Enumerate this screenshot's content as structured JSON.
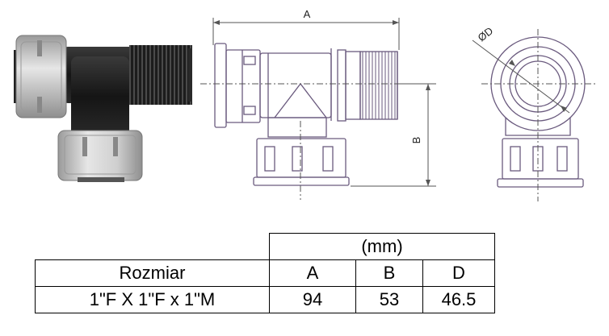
{
  "drawing": {
    "dimension_a": "A",
    "dimension_b": "B",
    "dimension_d": "ØD"
  },
  "table": {
    "unit_header": "(mm)",
    "columns": [
      "Rozmiar",
      "A",
      "B",
      "D"
    ],
    "rows": [
      {
        "size": "1\"F X 1\"F x 1\"M",
        "a": "94",
        "b": "53",
        "d": "46.5"
      }
    ]
  },
  "colors": {
    "body_black": "#1f1f1f",
    "nut_grey": "#c8c8c8",
    "outline_purple": "#6a5a7e"
  }
}
